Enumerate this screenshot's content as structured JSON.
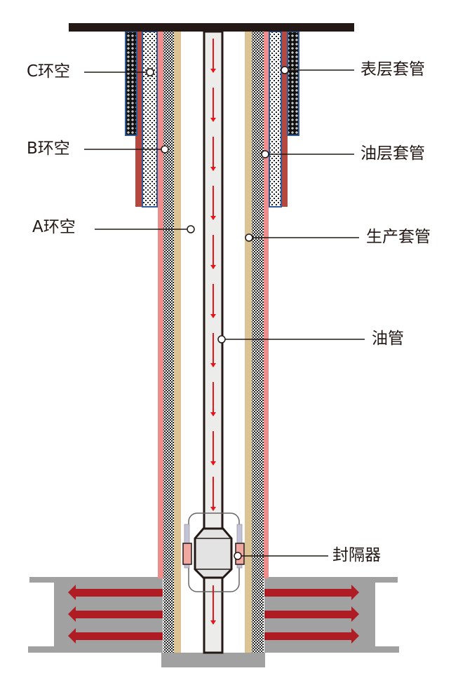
{
  "labels": {
    "c_annulus": "C环空",
    "b_annulus": "B环空",
    "a_annulus": "A环空",
    "surface_casing": "表层套管",
    "oil_casing": "油层套管",
    "production_casing": "生产套管",
    "tubing": "油管",
    "packer": "封隔器"
  },
  "colors": {
    "wellhead": "#231815",
    "casing_outline": "#2f5b9b",
    "oil_casing": "#b5483f",
    "production_casing_pink": "#ef8c8c",
    "cement_tan": "#dcc394",
    "tubing_fill": "#ececea",
    "flow_arrow": "#e8141c",
    "injection_arrow": "#b01c24",
    "formation": "#a0a1a0"
  }
}
